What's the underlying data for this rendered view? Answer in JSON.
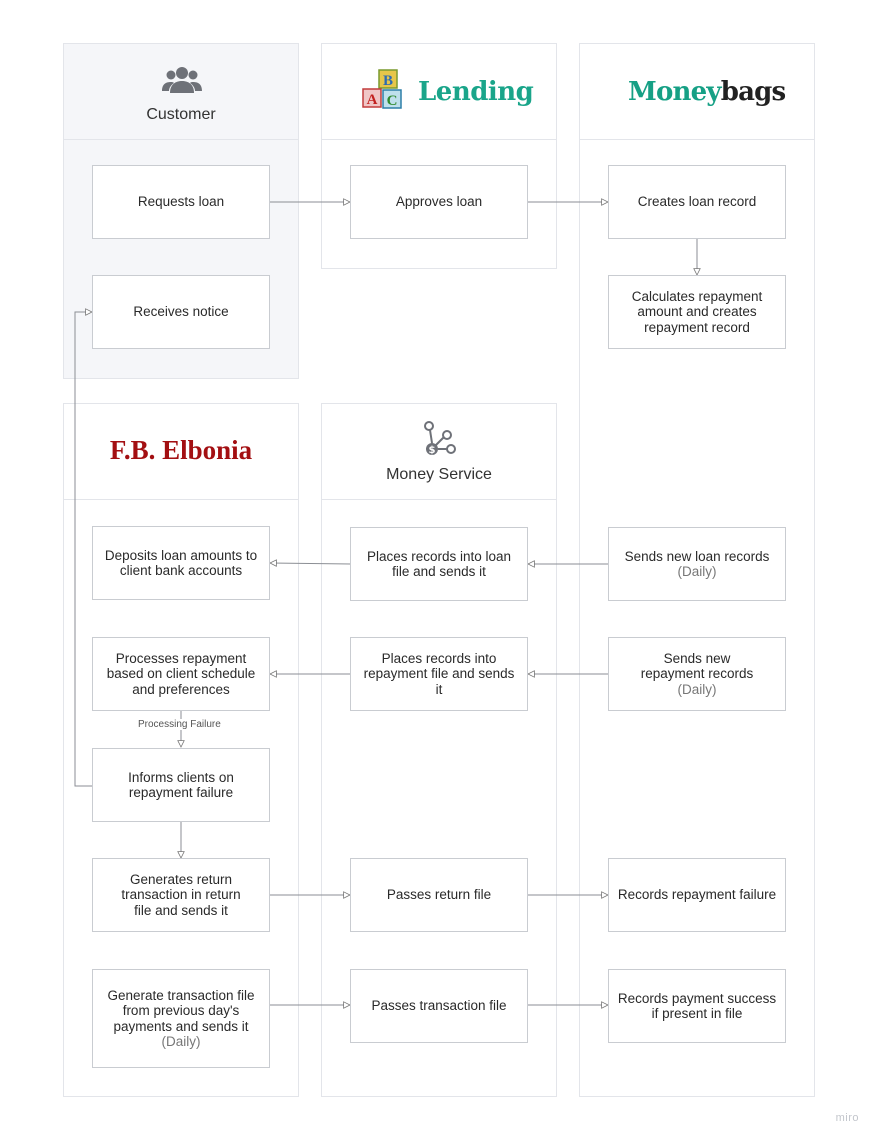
{
  "lanes": {
    "customer": {
      "title": "Customer",
      "icon": "users-icon"
    },
    "lending": {
      "title": "Lending",
      "icon": "abc-blocks-icon",
      "block_letters": [
        "B",
        "A",
        "C"
      ],
      "brand_color": "#1aa58a"
    },
    "moneybags": {
      "title_part1": "Money",
      "title_part2": "bags",
      "color_part1": "#16a085",
      "color_part2": "#222222"
    },
    "elbonia": {
      "title": "F.B. Elbonia",
      "color": "#a30f12"
    },
    "money_service": {
      "title": "Money Service",
      "icon": "money-network-icon"
    }
  },
  "boxes": {
    "requests_loan": {
      "label": "Requests loan"
    },
    "receives_notice": {
      "label": "Receives notice"
    },
    "approves_loan": {
      "label": "Approves loan"
    },
    "creates_loan_record": {
      "label": "Creates loan record"
    },
    "calculates_repayment": {
      "label": "Calculates repayment amount and creates repayment record"
    },
    "deposits_loan": {
      "label": "Deposits loan amounts to client bank accounts"
    },
    "places_loan_file": {
      "label": "Places records into loan file and sends it"
    },
    "sends_new_loan_records": {
      "label": "Sends new loan records",
      "sub": "(Daily)"
    },
    "processes_repayment": {
      "label": "Processes repayment based on client schedule and preferences"
    },
    "places_repayment_file": {
      "label": "Places records into repayment file and sends it"
    },
    "sends_new_repayment_records": {
      "label": "Sends new repayment records",
      "sub": "(Daily)"
    },
    "informs_clients": {
      "label": "Informs clients on repayment failure"
    },
    "generates_return": {
      "label": "Generates return transaction in return file and sends it"
    },
    "passes_return_file": {
      "label": "Passes return file"
    },
    "records_repayment_failure": {
      "label": "Records repayment failure"
    },
    "generate_transaction_file": {
      "label": "Generate transaction file from previous day's payments and sends it",
      "sub": "(Daily)"
    },
    "passes_transaction_file": {
      "label": "Passes transaction file"
    },
    "records_payment_success": {
      "label": "Records payment success if present in file"
    }
  },
  "edge_labels": {
    "processing_failure": "Processing Failure"
  },
  "watermark": "miro"
}
